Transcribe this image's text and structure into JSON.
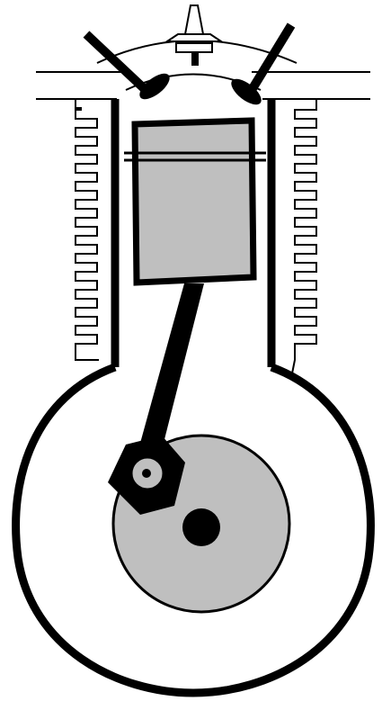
{
  "diagram": {
    "subject": "four-stroke-engine-cylinder-cross-section",
    "colors": {
      "stroke": "#000000",
      "background": "#ffffff",
      "piston_fill": "#bfbfbf",
      "crank_fill": "#bfbfbf"
    },
    "components": [
      "spark-plug-icon",
      "intake-valve",
      "exhaust-valve",
      "cylinder-head",
      "cooling-fins-left",
      "cooling-fins-right",
      "cylinder-wall-left",
      "cylinder-wall-right",
      "piston",
      "piston-rings",
      "connecting-rod",
      "crankpin",
      "crankshaft-disc",
      "crankshaft-axle",
      "crankcase"
    ]
  }
}
